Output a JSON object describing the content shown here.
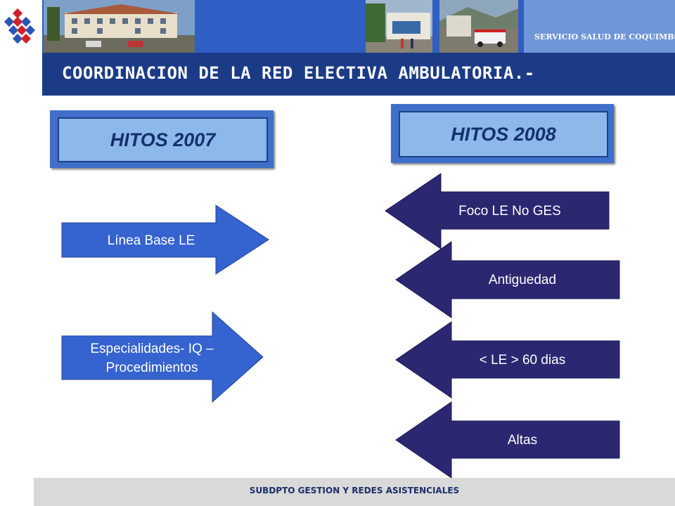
{
  "header": {
    "service_label": "SERVICIO SALUD DE COQUIMBO",
    "title": "COORDINACION DE LA RED ELECTIVA AMBULATORIA.-"
  },
  "hitos": {
    "left": "HITOS 2007",
    "right": "HITOS 2008"
  },
  "left_arrows": [
    {
      "label": "Línea Base LE"
    },
    {
      "label_line1": "Especialidades- IQ –",
      "label_line2": "Procedimientos"
    }
  ],
  "right_arrows": [
    {
      "label": "Foco LE No GES"
    },
    {
      "label": "Antiguedad"
    },
    {
      "label": "< LE > 60 dias"
    },
    {
      "label": "Altas"
    }
  ],
  "footer": {
    "text": "SUBDPTO GESTION Y REDES ASISTENCIALES"
  },
  "colors": {
    "header_blue": "#2f5fc4",
    "title_navy": "#1b3b86",
    "left_arrow_blue": "#3563cf",
    "right_arrow_navy": "#2b2770",
    "hitos_fill": "#8db8ea"
  }
}
